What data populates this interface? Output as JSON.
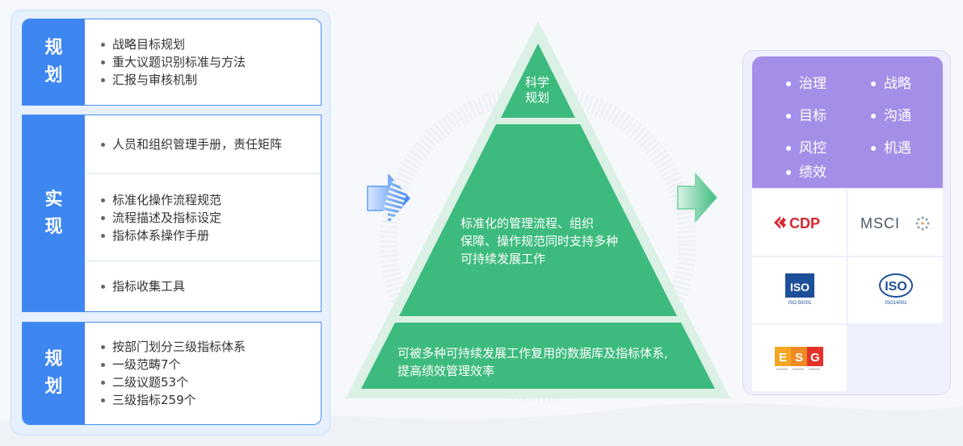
{
  "left_panel": {
    "sections": [
      {
        "title": "规划",
        "groups": [
          [
            "战略目标规划",
            "重大议题识别标准与方法",
            "汇报与审核机制"
          ]
        ]
      },
      {
        "title": "实现",
        "groups": [
          [
            "人员和组织管理手册，责任矩阵"
          ],
          [
            "标准化操作流程规范",
            "流程描述及指标设定",
            "指标体系操作手册"
          ],
          [
            "指标收集工具"
          ]
        ]
      },
      {
        "title": "规划",
        "groups": [
          [
            "按部门划分三级指标体系",
            "一级范畴7个",
            "二级议题53个",
            "三级指标259个"
          ]
        ]
      }
    ]
  },
  "pyramid": {
    "top": "科学\n规划",
    "middle": "标准化的管理流程、组织\n保障、操作规范同时支持多种\n可持续发展工作",
    "bottom": "可被多种可持续发展工作复用的数据库及指标体系,\n提高绩效管理效率"
  },
  "right_panel": {
    "keywords": [
      "治理",
      "战略",
      "目标",
      "沟通",
      "风控",
      "机遇",
      "绩效"
    ],
    "logos": [
      "CDP",
      "MSCI",
      "ISO 50001",
      "ISO 14001",
      "ESG"
    ]
  },
  "colors": {
    "blue": "#3e86f0",
    "green": "#3dbb7e",
    "purple": "#a58ee8"
  }
}
